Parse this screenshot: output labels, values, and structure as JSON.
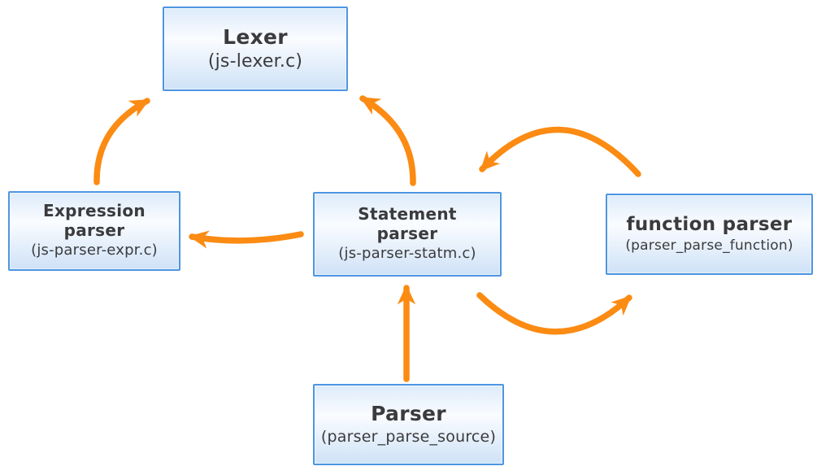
{
  "diagram_type": "flow-diagram",
  "nodes": {
    "lexer": {
      "title": "Lexer",
      "subtitle": "(js-lexer.c)"
    },
    "expression_parser": {
      "title": "Expression\nparser",
      "subtitle": "(js-parser-expr.c)"
    },
    "statement_parser": {
      "title": "Statement\nparser",
      "subtitle": "(js-parser-statm.c)"
    },
    "function_parser": {
      "title": "function parser",
      "subtitle": "(parser_parse_function)"
    },
    "parser": {
      "title": "Parser",
      "subtitle": "(parser_parse_source)"
    }
  },
  "edges": [
    {
      "from": "expression_parser",
      "to": "lexer"
    },
    {
      "from": "statement_parser",
      "to": "lexer"
    },
    {
      "from": "statement_parser",
      "to": "expression_parser"
    },
    {
      "from": "function_parser",
      "to": "statement_parser"
    },
    {
      "from": "statement_parser",
      "to": "function_parser"
    },
    {
      "from": "parser",
      "to": "statement_parser"
    }
  ],
  "colors": {
    "arrow": "#FB8B13",
    "node_border": "#4E95E1",
    "node_fill_top": "#DDEBFA",
    "node_fill_mid": "#FAFCFF",
    "node_fill_bottom": "#CFE2F7",
    "text": "#3B3B3D",
    "background": "#FFFFFF"
  }
}
